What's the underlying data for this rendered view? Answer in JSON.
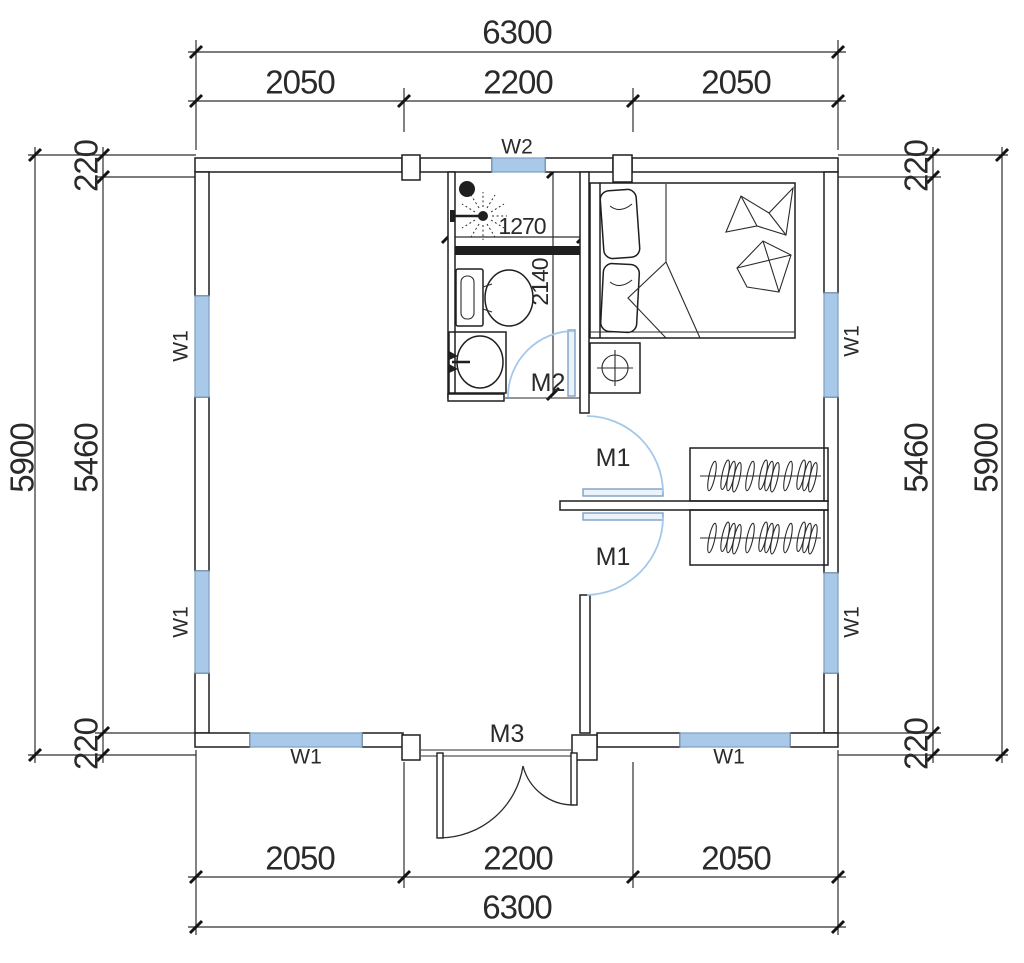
{
  "colors": {
    "paper": "#ffffff",
    "wall_line": "#1f1f1f",
    "dim_line": "#2e2e2e",
    "window_fill": "#a9c9e9",
    "window_stroke": "#7d9fc4",
    "door_swing_blue": "#a5c8ea",
    "door_leaf_fill": "#eaf2fa"
  },
  "dimensions": {
    "top": {
      "overall": "6300",
      "segments": [
        "2050",
        "2200",
        "2050"
      ]
    },
    "bottom": {
      "overall": "6300",
      "segments": [
        "2050",
        "2200",
        "2050"
      ]
    },
    "left": {
      "overall": "5900",
      "segments": [
        "220",
        "5460",
        "220"
      ]
    },
    "right": {
      "overall": "5900",
      "segments": [
        "220",
        "5460",
        "220"
      ]
    },
    "bathroom": {
      "shower_width": "1270",
      "bath_depth": "2140"
    }
  },
  "labels": {
    "window_w1": "W1",
    "window_w2": "W2",
    "door_m1": "M1",
    "door_m2": "M2",
    "door_m3": "M3"
  }
}
